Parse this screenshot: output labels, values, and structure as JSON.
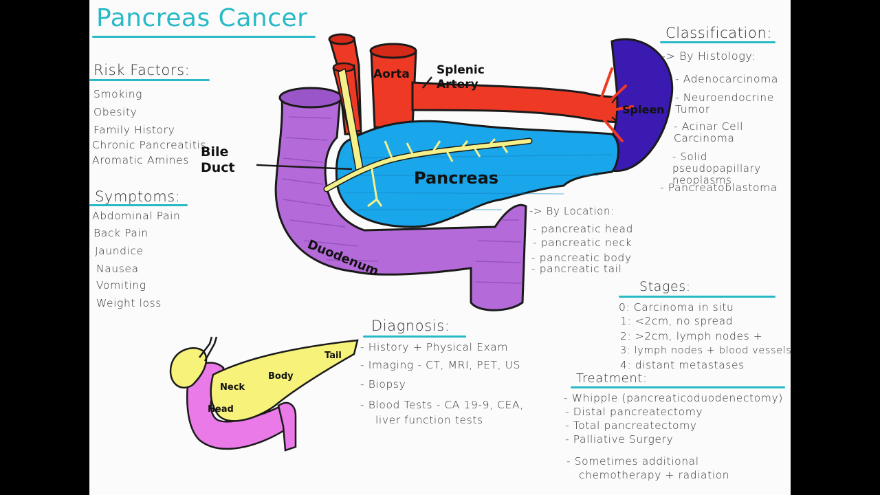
{
  "title": "Pancreas Cancer",
  "risk_factors": {
    "heading": "Risk Factors:",
    "items": [
      "Smoking",
      "Obesity",
      "Family History",
      "Chronic Pancreatitis",
      "Aromatic Amines"
    ]
  },
  "symptoms": {
    "heading": "Symptoms:",
    "items": [
      "Abdominal Pain",
      "Back Pain",
      "Jaundice",
      "Nausea",
      "Vomiting",
      "Weight loss"
    ]
  },
  "anatomy_labels": {
    "aorta": "Aorta",
    "splenic_artery": "Splenic Artery",
    "spleen": "Spleen",
    "bile_duct": "Bile Duct",
    "pancreas": "Pancreas",
    "duodenum": "Duodenum"
  },
  "small_diagram_labels": {
    "tail": "Tail",
    "body": "Body",
    "neck": "Neck",
    "head": "Head"
  },
  "classification": {
    "heading": "Classification:",
    "by_histology": "-> By Histology:",
    "histology_items": [
      "- Adenocarcinoma",
      "- Neuroendocrine Tumor",
      "- Acinar Cell Carcinoma",
      "- Solid pseudopapillary neoplasms",
      "- Pancreatoblastoma"
    ],
    "by_location": "-> By Location:",
    "location_items": [
      "- pancreatic head",
      "- pancreatic neck",
      "- pancreatic body",
      "- pancreatic tail"
    ]
  },
  "stages": {
    "heading": "Stages:",
    "items": [
      "0: Carcinoma in situ",
      "1: <2cm, no spread",
      "2: >2cm, lymph nodes +",
      "3: lymph nodes + blood vessels",
      "4: distant metastases"
    ]
  },
  "diagnosis": {
    "heading": "Diagnosis:",
    "items": [
      "- History + Physical Exam",
      "- Imaging - CT, MRI, PET, US",
      "- Biopsy",
      "- Blood Tests - CA 19-9, CEA,",
      "liver function tests"
    ]
  },
  "treatment": {
    "heading": "Treatment:",
    "items": [
      "- Whipple (pancreaticoduodenectomy)",
      "- Distal pancreatectomy",
      "- Total pancreatectomy",
      "- Palliative Surgery",
      "- Sometimes additional",
      "chemotherapy + radiation"
    ]
  },
  "colors": {
    "accent": "#27b9c6",
    "aorta": "#ee3a25",
    "pancreas": "#1aa6ea",
    "duodenum": "#b46ad8",
    "spleen": "#3a1ab0",
    "bile": "#f4f18a",
    "small_pancreas": "#f6f27a",
    "small_duodenum": "#ea7ae8"
  }
}
